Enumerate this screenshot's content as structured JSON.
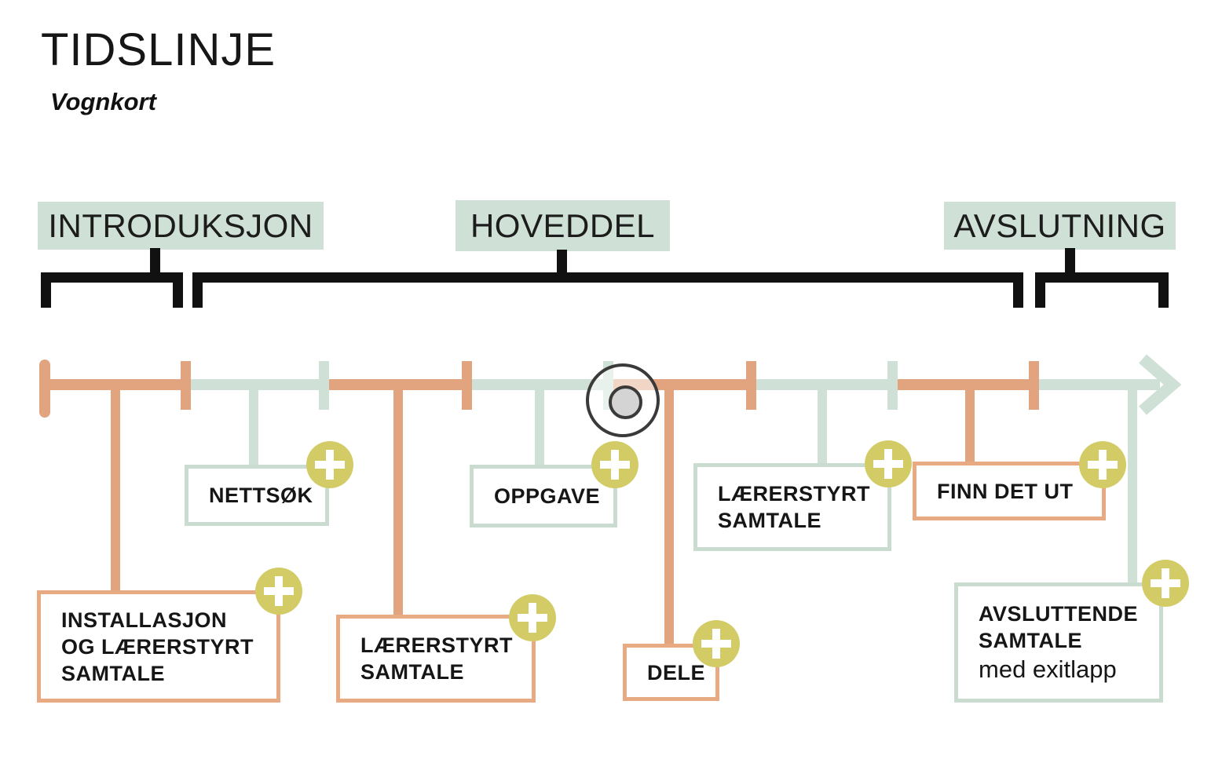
{
  "header": {
    "title": "TIDSLINJE",
    "subtitle": "Vognkort"
  },
  "phases": [
    {
      "label": "INTRODUKSJON"
    },
    {
      "label": "HOVEDDEL"
    },
    {
      "label": "AVSLUTNING"
    }
  ],
  "cards": [
    {
      "name": "nettsok",
      "lines": [
        "NETTSØK"
      ],
      "accent": "green"
    },
    {
      "name": "oppgave",
      "lines": [
        "OPPGAVE"
      ],
      "accent": "green"
    },
    {
      "name": "laererstyrt-samtale-1",
      "lines": [
        "LÆRERSTYRT",
        "SAMTALE"
      ],
      "accent": "green"
    },
    {
      "name": "finn-det-ut",
      "lines": [
        "FINN DET UT"
      ],
      "accent": "orange"
    },
    {
      "name": "installasjon-og-laererstyrt-samtale",
      "lines": [
        "INSTALLASJON",
        "OG LÆRERSTYRT",
        "SAMTALE"
      ],
      "accent": "orange"
    },
    {
      "name": "laererstyrt-samtale-2",
      "lines": [
        "LÆRERSTYRT",
        "SAMTALE"
      ],
      "accent": "orange"
    },
    {
      "name": "dele",
      "lines": [
        "DELE"
      ],
      "accent": "orange"
    },
    {
      "name": "avsluttende-samtale",
      "lines": [
        "AVSLUTTENDE",
        "SAMTALE"
      ],
      "note": "med exitlapp",
      "accent": "green"
    }
  ],
  "icons": {
    "add_button": "plus-icon",
    "timeline_end": "arrow-right-icon",
    "pointer": "click-indicator"
  },
  "colors": {
    "timeline_orange": "#e2a47f",
    "timeline_green": "#cfe0d6",
    "phase_label_bg": "#cfe0d7",
    "card_border_green": "#c9dccf",
    "card_border_orange": "#e8aa82",
    "plus_button": "#d3cc66",
    "bracket": "#111111",
    "text": "#161616"
  }
}
